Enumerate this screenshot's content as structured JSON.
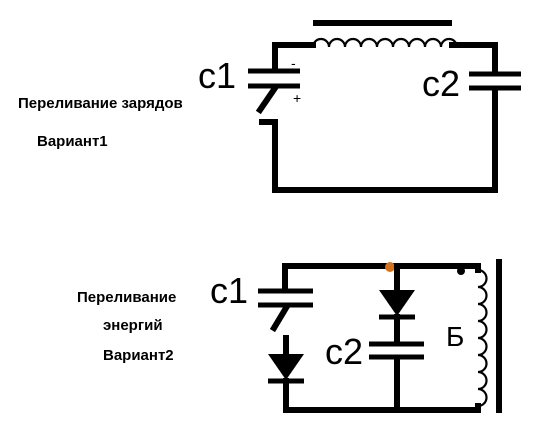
{
  "variant1": {
    "cap_left_label": "с1",
    "cap_right_label": "с2",
    "polarity_minus": "-",
    "polarity_plus": "+",
    "caption_title": "Переливание зарядов",
    "caption_variant": "Вариант1"
  },
  "variant2": {
    "cap_left_label": "с1",
    "cap_middle_label": "с2",
    "battery_label": "Б",
    "caption_line1": "Переливание",
    "caption_line2": "энергий",
    "caption_variant": "Вариант2"
  },
  "colors": {
    "wire": "#000000",
    "node_dot": "#d4721e"
  }
}
